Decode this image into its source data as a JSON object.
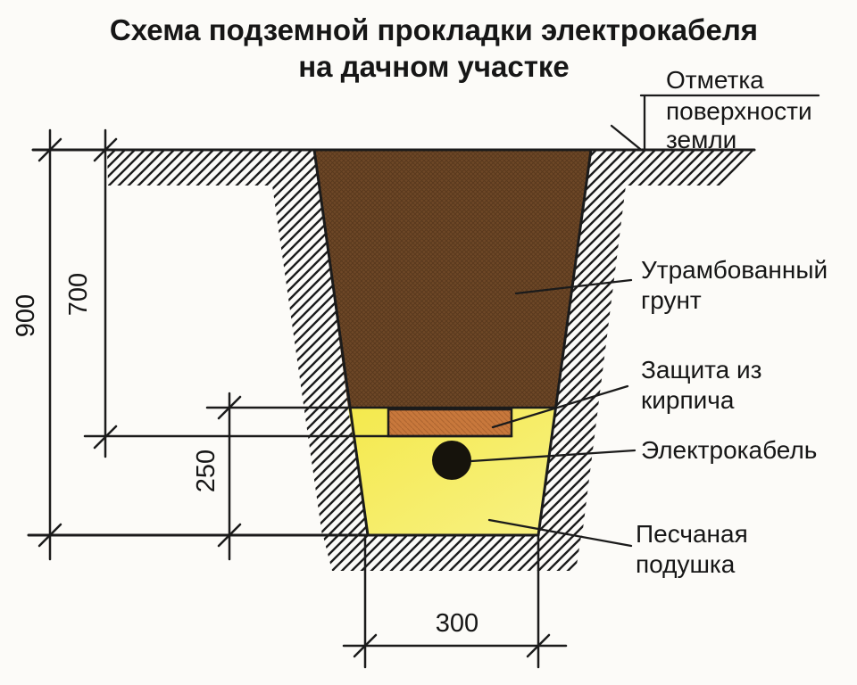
{
  "title": {
    "line1": "Схема  подземной  прокладки  электрокабеля",
    "line2": "на  дачном  участке"
  },
  "labels": {
    "surface_mark": {
      "lines": [
        "Отметка",
        "поверхности",
        "земли"
      ]
    },
    "compacted_soil": {
      "lines": [
        "Утрамбованный",
        "грунт"
      ]
    },
    "brick_protection": {
      "lines": [
        "Защита из",
        "кирпича"
      ]
    },
    "cable": {
      "lines": [
        "Электрокабель"
      ]
    },
    "sand_cushion": {
      "lines": [
        "Песчаная",
        "подушка"
      ]
    }
  },
  "dimensions_mm": {
    "total_depth": "900",
    "depth_to_brick": "700",
    "bottom_zone_height": "250",
    "bottom_width": "300"
  },
  "colors": {
    "soil": "#6e4827",
    "sand": "#f4e94d",
    "sand_light": "#f8f183",
    "brick": "#c8783c",
    "cable": "#16130c",
    "line": "#1b1b1b",
    "background": "#fcfbf8"
  }
}
